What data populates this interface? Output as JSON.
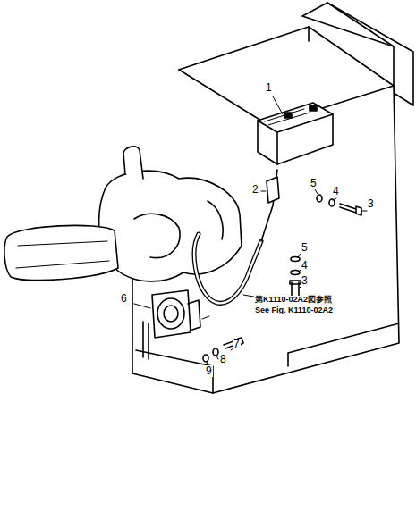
{
  "diagram": {
    "labels": [
      "1",
      "2",
      "5",
      "4",
      "3",
      "5",
      "4",
      "3",
      "6",
      "7",
      "8",
      "9",
      "第K1110-02A2図参照",
      "See Fig. K1110-02A2"
    ]
  }
}
